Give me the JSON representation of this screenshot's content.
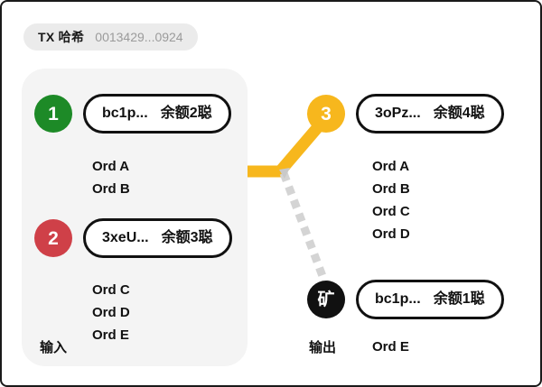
{
  "header": {
    "tx_label": "TX 哈希",
    "tx_hash": "0013429...0924"
  },
  "colors": {
    "input_1_badge": "#1d8a27",
    "input_2_badge": "#cf4048",
    "output_1_badge": "#f7b71d",
    "output_2_badge": "#111111",
    "panel_bg": "#f4f4f4",
    "pill_bg": "#ebebeb",
    "connector_yellow": "#f7b71d",
    "connector_gray": "#d4d4d4",
    "outline": "#111111"
  },
  "inputs": {
    "label": "输入",
    "items": [
      {
        "badge": "1",
        "address": "bc1p...",
        "balance": "余额2聪",
        "ords": [
          "Ord A",
          "Ord B"
        ]
      },
      {
        "badge": "2",
        "address": "3xeU...",
        "balance": "余额3聪",
        "ords": [
          "Ord C",
          "Ord D",
          "Ord E"
        ]
      }
    ]
  },
  "outputs": {
    "label": "输出",
    "items": [
      {
        "badge": "3",
        "address": "3oPz...",
        "balance": "余额4聪",
        "ords": [
          "Ord A",
          "Ord B",
          "Ord C",
          "Ord D"
        ]
      },
      {
        "badge": "矿",
        "address": "bc1p...",
        "balance": "余额1聪",
        "ords": [
          "Ord E"
        ]
      }
    ]
  },
  "connectors": {
    "transfer_edge": "yellow-solid-arrow",
    "fee_edge": "gray-dashed-arrow"
  }
}
